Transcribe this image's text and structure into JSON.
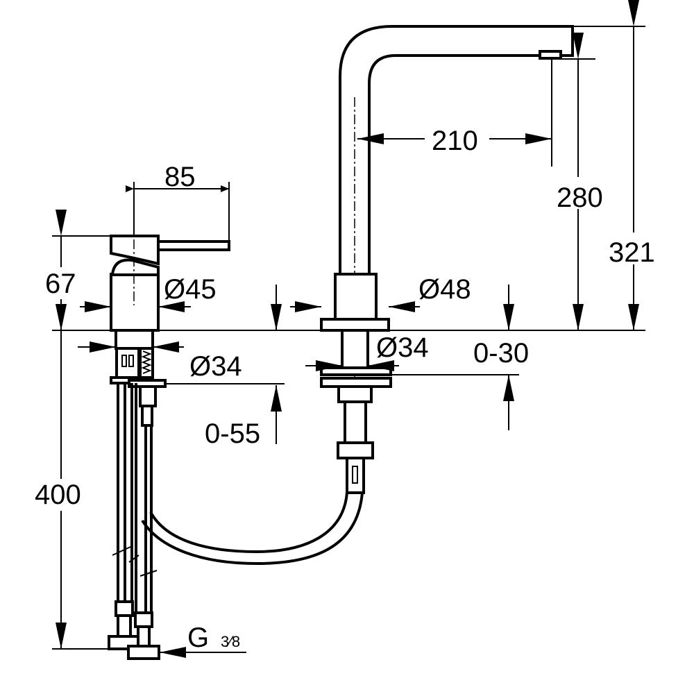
{
  "title": "Two-hole kitchen mixer dimension drawing",
  "dimensions": {
    "lever_reach": "85",
    "lever_height": "67",
    "mixer_body_diameter": "Ø45",
    "mixer_shank_diameter": "Ø34",
    "mixer_mount_thickness": "0-55",
    "hose_length": "400",
    "connection_thread": "G",
    "connection_thread_size": "3⁄8",
    "spout_base_diameter": "Ø48",
    "spout_shank_diameter": "Ø34",
    "spout_mount_thickness": "0-30",
    "spout_reach": "210",
    "spout_outlet_height": "280",
    "spout_total_height": "321"
  },
  "colors": {
    "line": "#000000",
    "background": "#ffffff"
  }
}
